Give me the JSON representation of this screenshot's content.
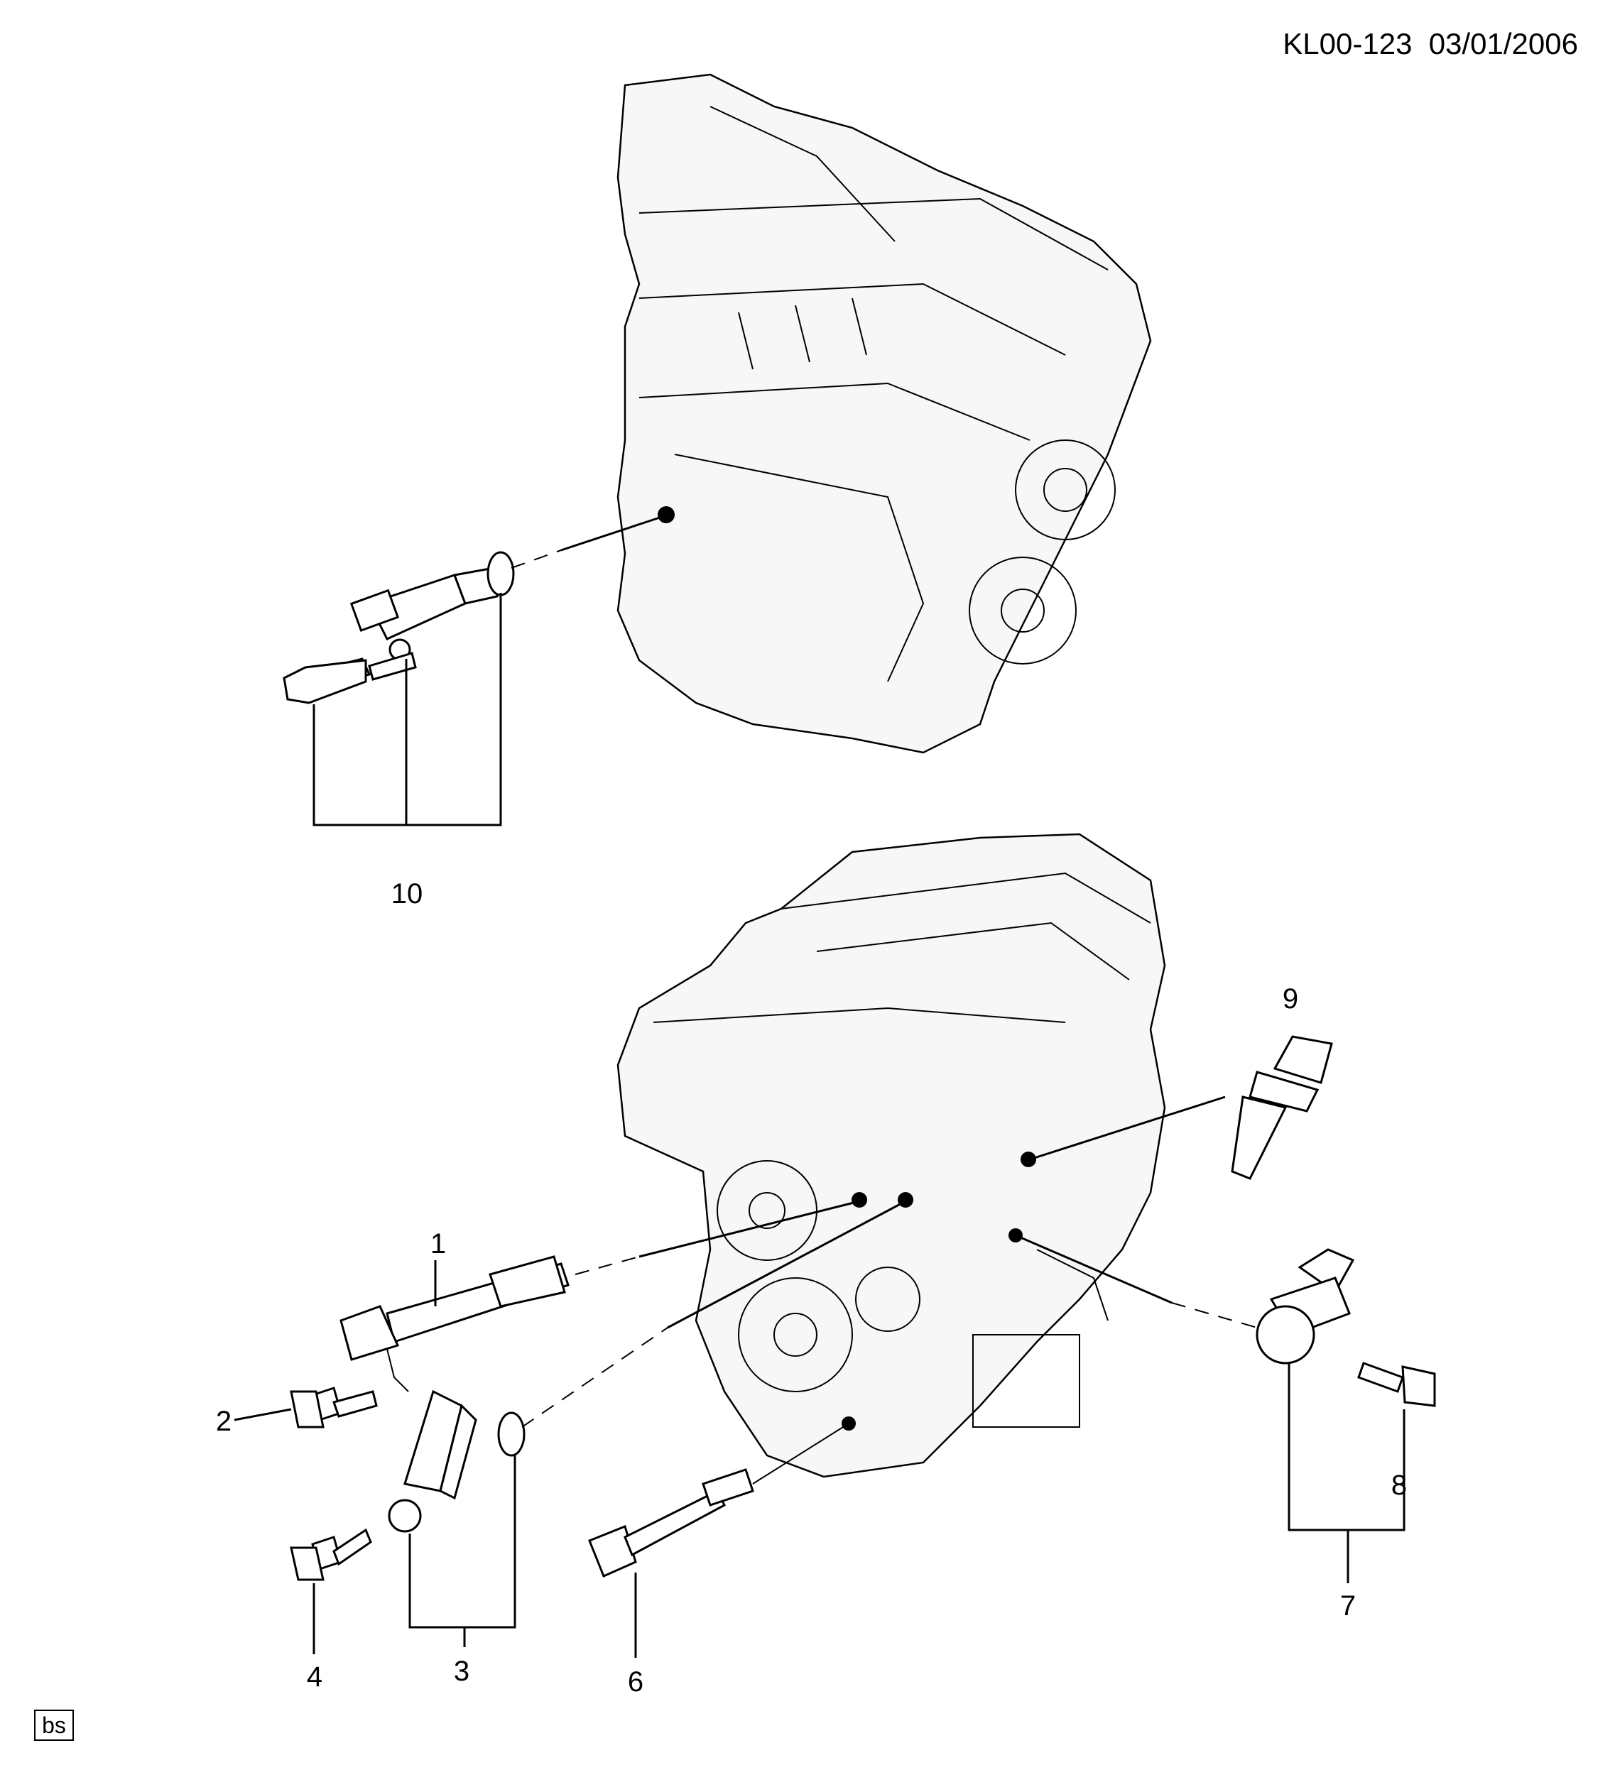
{
  "header": {
    "code": "KL00-123",
    "date": "03/01/2006"
  },
  "footer": {
    "tag": "bs"
  },
  "callouts": [
    "1",
    "2",
    "3",
    "4",
    "6",
    "7",
    "8",
    "9",
    "10"
  ],
  "illustrations": [
    "engine-top-view",
    "engine-front-view"
  ]
}
